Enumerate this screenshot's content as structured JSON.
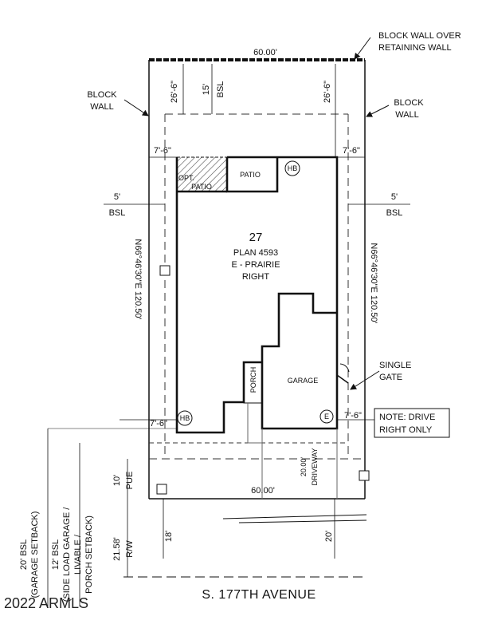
{
  "lot": {
    "number": "27",
    "plan": "PLAN 4593",
    "elevation": "E - PRAIRIE",
    "orientation": "RIGHT"
  },
  "dimensions": {
    "rear_width": "60.00'",
    "front_width": "60.00'",
    "left_bearing": "N66°46'30\"E  120.50'",
    "right_bearing": "N66°46'30\"E  120.50'",
    "rear_setback_left": "26'-6\"",
    "rear_setback_right": "26'-6\"",
    "rear_bsl": "15'",
    "rear_bsl_unit": "BSL",
    "side_left_top": "7'-6\"",
    "side_right_top": "7'-6\"",
    "side_left_bottom": "7'-6\"",
    "side_right_bottom": "7'-6\"",
    "side_bsl_left": "5'",
    "side_bsl_right": "5'",
    "bsl": "BSL",
    "driveway": "20.00'",
    "driveway_label": "DRIVEWAY",
    "pue": "10'",
    "pue_label": "PUE",
    "row_depth": "21.58'",
    "row_label": "R/W",
    "front_left": "18'",
    "front_right": "20'"
  },
  "labels": {
    "block_wall_retaining_1": "BLOCK WALL OVER",
    "block_wall_retaining_2": "RETAINING WALL",
    "block_wall_left_1": "BLOCK",
    "block_wall_left_2": "WALL",
    "block_wall_right_1": "BLOCK",
    "block_wall_right_2": "WALL",
    "opt_patio_1": "OPT.",
    "opt_patio_2": "PATIO",
    "patio": "PATIO",
    "garage": "GARAGE",
    "porch": "PORCH",
    "hose_bib": "HB",
    "electric": "E",
    "single_gate_1": "SINGLE",
    "single_gate_2": "GATE",
    "note_1": "NOTE: DRIVE",
    "note_2": "RIGHT ONLY",
    "setback_20_1": "20' BSL",
    "setback_20_2": "(GARAGE SETBACK)",
    "setback_12_1": "12' BSL",
    "setback_12_2": "(SIDE LOAD GARAGE /",
    "setback_12_3": "LIVABLE /",
    "setback_12_4": "PORCH SETBACK)",
    "street": "S. 177TH AVENUE",
    "watermark": "2022 ARMLS"
  }
}
